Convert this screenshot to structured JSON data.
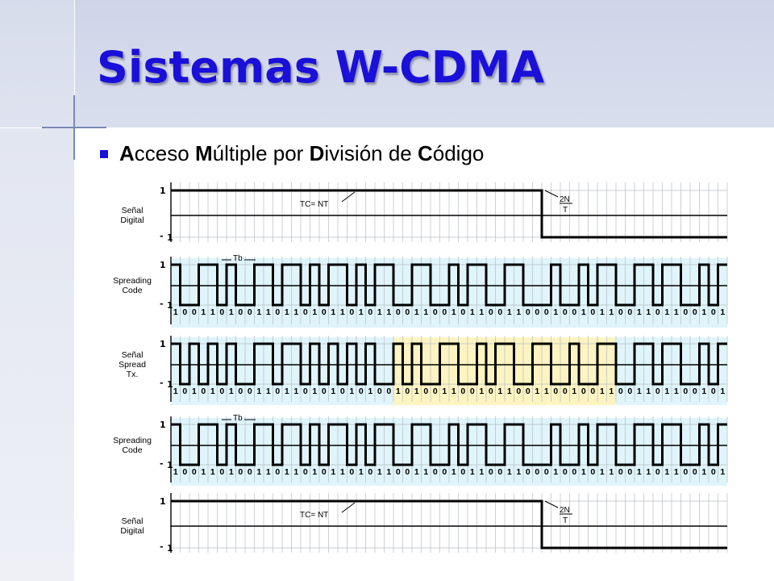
{
  "slide": {
    "title": "Sistemas W-CDMA",
    "bullet": {
      "parts": [
        {
          "text": "A",
          "bold": true
        },
        {
          "text": "cceso ",
          "bold": false
        },
        {
          "text": "M",
          "bold": true
        },
        {
          "text": "últiple por ",
          "bold": false
        },
        {
          "text": "D",
          "bold": true
        },
        {
          "text": "ivisión de ",
          "bold": false
        },
        {
          "text": "C",
          "bold": true
        },
        {
          "text": "ódigo",
          "bold": false
        }
      ]
    }
  },
  "colors": {
    "title": "#1a10d9",
    "bullet_marker": "#1a10d9",
    "band_cyan": "#dff4fb",
    "band_yellow": "#fdf4c2",
    "wave": "#000000"
  },
  "diagram": {
    "chip_count": 60,
    "rows": [
      {
        "label": [
          "Señal",
          "Digital"
        ],
        "type": "data",
        "levels": [
          "1",
          "-",
          "1"
        ],
        "bits": "110",
        "annotations": {
          "tc": "TC= NT",
          "two_n": "2N",
          "t": "T"
        }
      },
      {
        "label": [
          "Spreading",
          "Code"
        ],
        "type": "code",
        "levels": [
          "1",
          "-",
          "1"
        ],
        "tb": "Tb",
        "band": "cyan",
        "chips": "100110100110110101101011001100101100110001001011001101100101"
      },
      {
        "label": [
          "Señal",
          "Spread",
          "Tx."
        ],
        "type": "code",
        "levels": [
          "1",
          "-",
          "1"
        ],
        "band": "cyan",
        "highlight": {
          "from": 24,
          "to": 48,
          "color": "yellow"
        },
        "chips": "101010100110110101010100101001100101100110010011001101100101"
      },
      {
        "label": [
          "Spreading",
          "Code"
        ],
        "type": "code",
        "levels": [
          "1",
          "-",
          "1"
        ],
        "tb": "Tb",
        "band": "cyan",
        "chips": "100110100110110101101011001100101100110001001011001101100101"
      },
      {
        "label": [
          "Señal",
          "Digital"
        ],
        "type": "data",
        "levels": [
          "1",
          "-",
          "1"
        ],
        "bits": "110",
        "annotations": {
          "tc": "TC= NT",
          "two_n": "2N",
          "t": "T"
        }
      }
    ]
  }
}
